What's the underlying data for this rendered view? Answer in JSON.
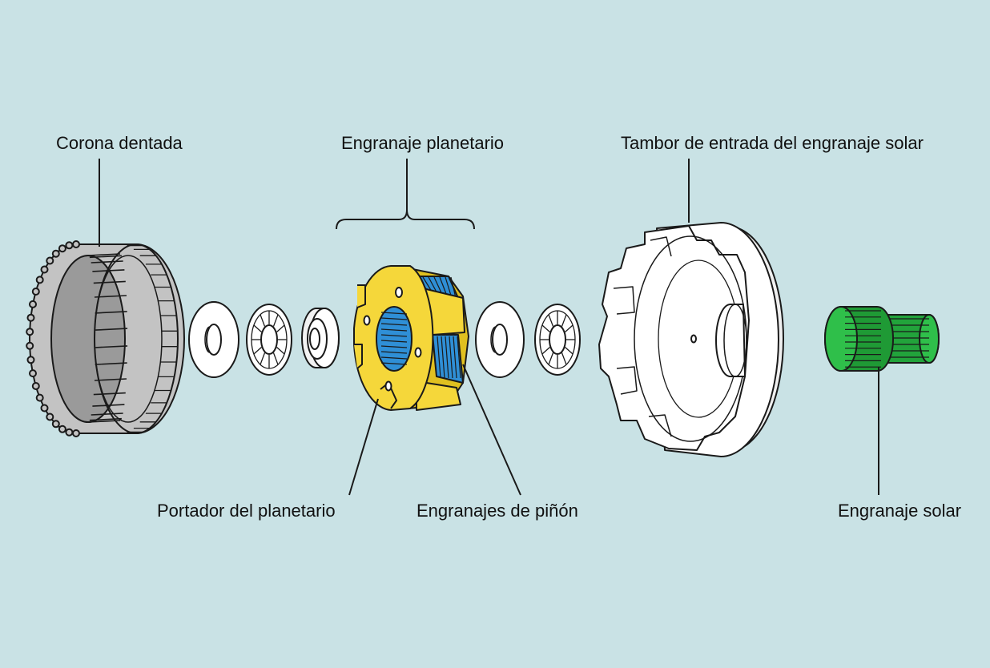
{
  "labels": {
    "ring_gear": "Corona dentada",
    "planetary_gear": "Engranaje planetario",
    "sun_gear_input_drum": "Tambor de entrada del engranaje solar",
    "planet_carrier": "Portador del planetario",
    "pinion_gears": "Engranajes  de piñón",
    "sun_gear": "Engranaje solar"
  },
  "colors": {
    "background": "#c9e2e5",
    "ring_gear": "#c8c8c8",
    "carrier": "#f5d73a",
    "pinion": "#2f8fd6",
    "sun_gear": "#22a33b",
    "parts_outline": "#1a1a1a",
    "washer": "#ffffff"
  },
  "parts": [
    {
      "id": "ring-gear",
      "icon": "ring-gear-icon"
    },
    {
      "id": "thrust-washer-1",
      "icon": "washer-icon"
    },
    {
      "id": "thrust-bearing-1",
      "icon": "bearing-icon"
    },
    {
      "id": "bushing",
      "icon": "bushing-icon"
    },
    {
      "id": "planet-carrier",
      "icon": "carrier-icon"
    },
    {
      "id": "thrust-washer-2",
      "icon": "washer-icon"
    },
    {
      "id": "thrust-bearing-2",
      "icon": "bearing-icon"
    },
    {
      "id": "input-drum",
      "icon": "drum-icon"
    },
    {
      "id": "sun-gear",
      "icon": "sun-gear-icon"
    }
  ]
}
